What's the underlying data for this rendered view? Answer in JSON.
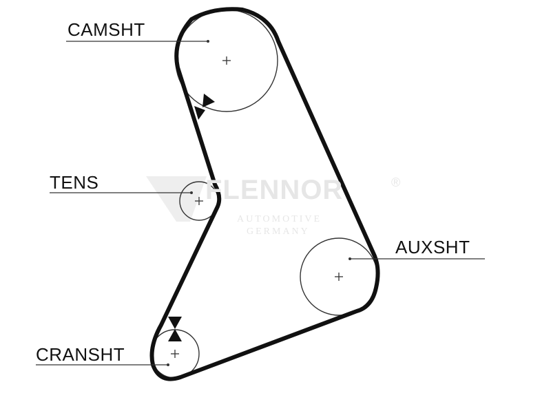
{
  "labels": {
    "camshaft": "CAMSHT",
    "tensioner": "TENS",
    "aux_shaft": "AUXSHT",
    "crankshaft": "CRANSHT"
  },
  "watermark": {
    "brand": "FLENNOR",
    "registered": "®",
    "line1": "AUTOMOTIVE",
    "line2": "GERMANY"
  },
  "colors": {
    "belt": "#111111",
    "outline": "#222222",
    "watermark": "#e6e6e6"
  }
}
